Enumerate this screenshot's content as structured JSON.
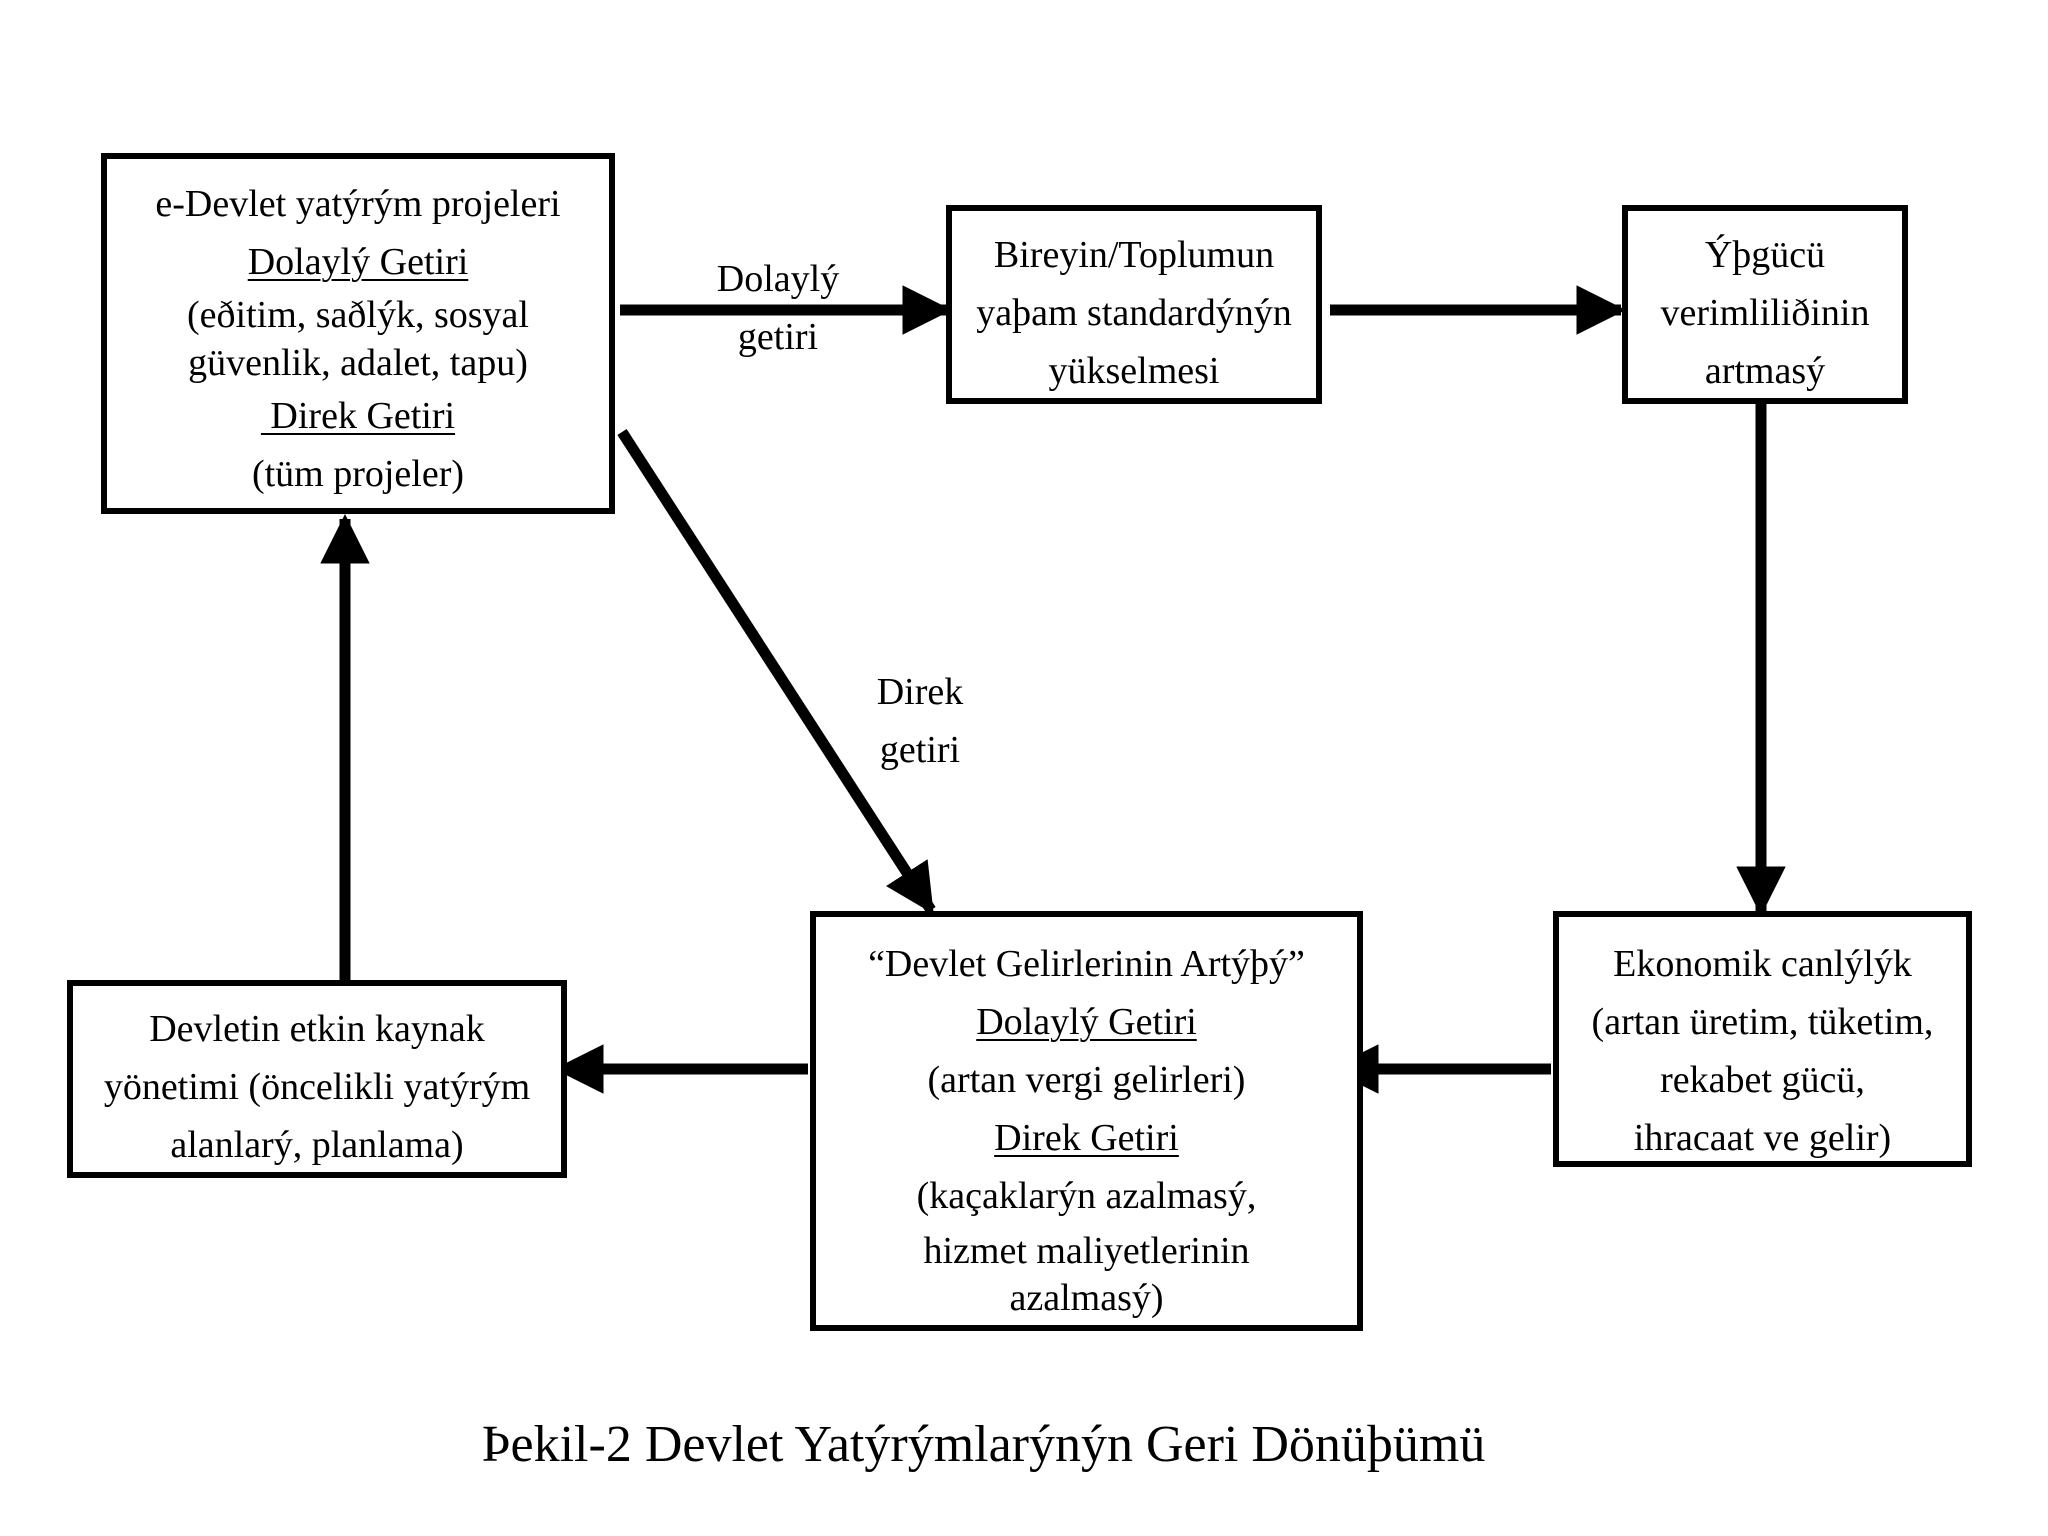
{
  "nodes": {
    "projects": {
      "lines": [
        "e-Devlet yatýrým projeleri",
        "Dolaylý Getiri",
        "(eðitim, saðlýk, sosyal",
        "güvenlik, adalet, tapu)",
        " Direk Getiri",
        "(tüm projeler)"
      ]
    },
    "living_standard": {
      "lines": [
        "Bireyin/Toplumun",
        "yaþam standardýnýn",
        "yükselmesi"
      ]
    },
    "productivity": {
      "lines": [
        "Ýþgücü",
        "verimliliðinin",
        "artmasý"
      ]
    },
    "economic_vitality": {
      "lines": [
        "Ekonomik canlýlýk",
        "(artan üretim, tüketim,",
        "rekabet gücü,",
        "ihracaat ve gelir)"
      ]
    },
    "revenue_increase": {
      "lines": [
        "“Devlet Gelirlerinin Artýþý”",
        "Dolaylý Getiri",
        "(artan vergi gelirleri)",
        "Direk Getiri",
        "(kaçaklarýn azalmasý,",
        "hizmet maliyetlerinin",
        "azalmasý)"
      ]
    },
    "resource_management": {
      "lines": [
        "Devletin etkin kaynak",
        "yönetimi (öncelikli yatýrým",
        "alanlarý, planlama)"
      ]
    }
  },
  "edge_labels": {
    "indirect": [
      "Dolaylý",
      "getiri"
    ],
    "direct": [
      "Direk",
      "getiri"
    ]
  },
  "caption": "Þekil-2 Devlet Yatýrýmlarýnýn Geri Dönüþümü"
}
